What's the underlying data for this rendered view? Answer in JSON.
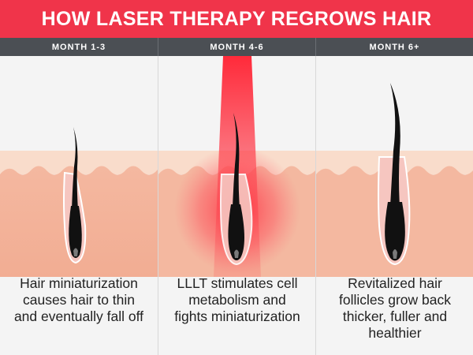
{
  "title": "HOW LASER THERAPY REGROWS HAIR",
  "stages": [
    {
      "label": "MONTH 1-3",
      "caption": "Hair miniaturization causes hair to thin and eventually fall off"
    },
    {
      "label": "MONTH 4-6",
      "caption": "LLLT stimulates cell metabolism and fights miniaturization"
    },
    {
      "label": "MONTH 6+",
      "caption": "Revitalized hair follicles grow back thicker, fuller and healthier"
    }
  ],
  "colors": {
    "title_bg": "#f0344a",
    "header_bg": "#4b4f54",
    "panel_bg": "#f4f4f4",
    "skin_top": "#f9dccb",
    "skin_body": "#f4b8a0",
    "follicle_sheath": "#f6c6c0",
    "hair": "#111111",
    "laser": "#ff2a3a"
  }
}
